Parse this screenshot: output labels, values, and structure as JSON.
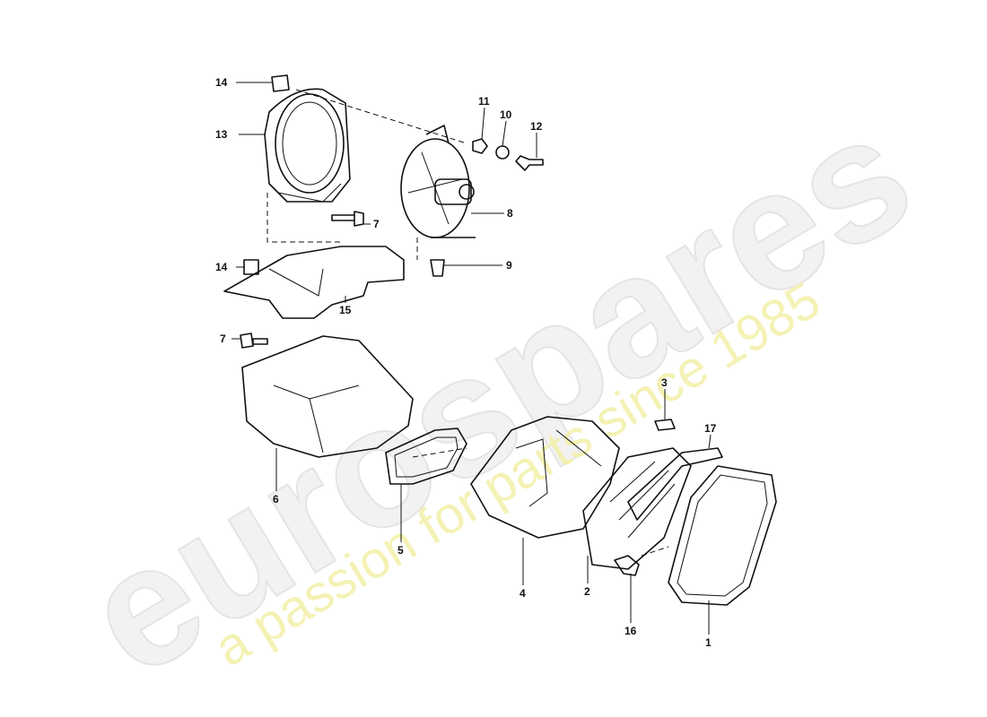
{
  "watermark": {
    "brand": "eurospares",
    "tagline": "a passion for parts since 1985",
    "brand_color": "#e4e4e4",
    "tagline_color": "#f3f0a8"
  },
  "callouts": [
    "14",
    "13",
    "11",
    "10",
    "12",
    "7",
    "8",
    "9",
    "14",
    "15",
    "7",
    "3",
    "17",
    "6",
    "5",
    "4",
    "2",
    "16",
    "1"
  ]
}
